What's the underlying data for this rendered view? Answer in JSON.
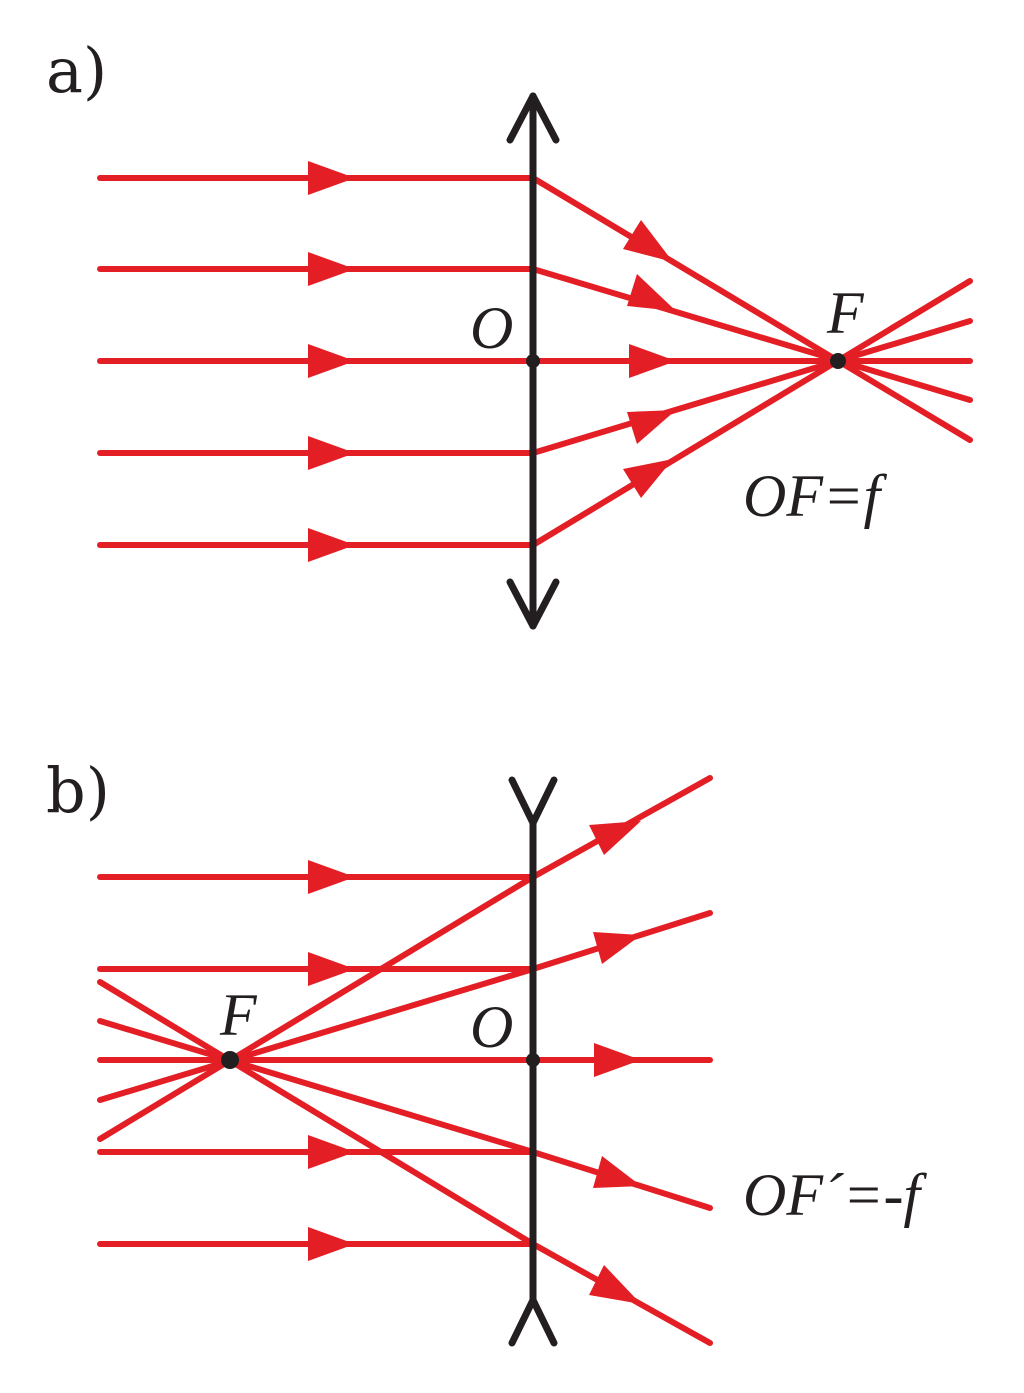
{
  "panels": {
    "a": {
      "label": "a)",
      "lens_type": "converging",
      "center_label": "O",
      "focus_label": "F",
      "relation": "OF=f",
      "ray_color": "#e31e24",
      "lens_color": "#231f20"
    },
    "b": {
      "label": "b)",
      "lens_type": "diverging",
      "center_label": "O",
      "focus_label": "F",
      "relation": "OF´=-f",
      "ray_color": "#e31e24",
      "lens_color": "#231f20"
    }
  }
}
